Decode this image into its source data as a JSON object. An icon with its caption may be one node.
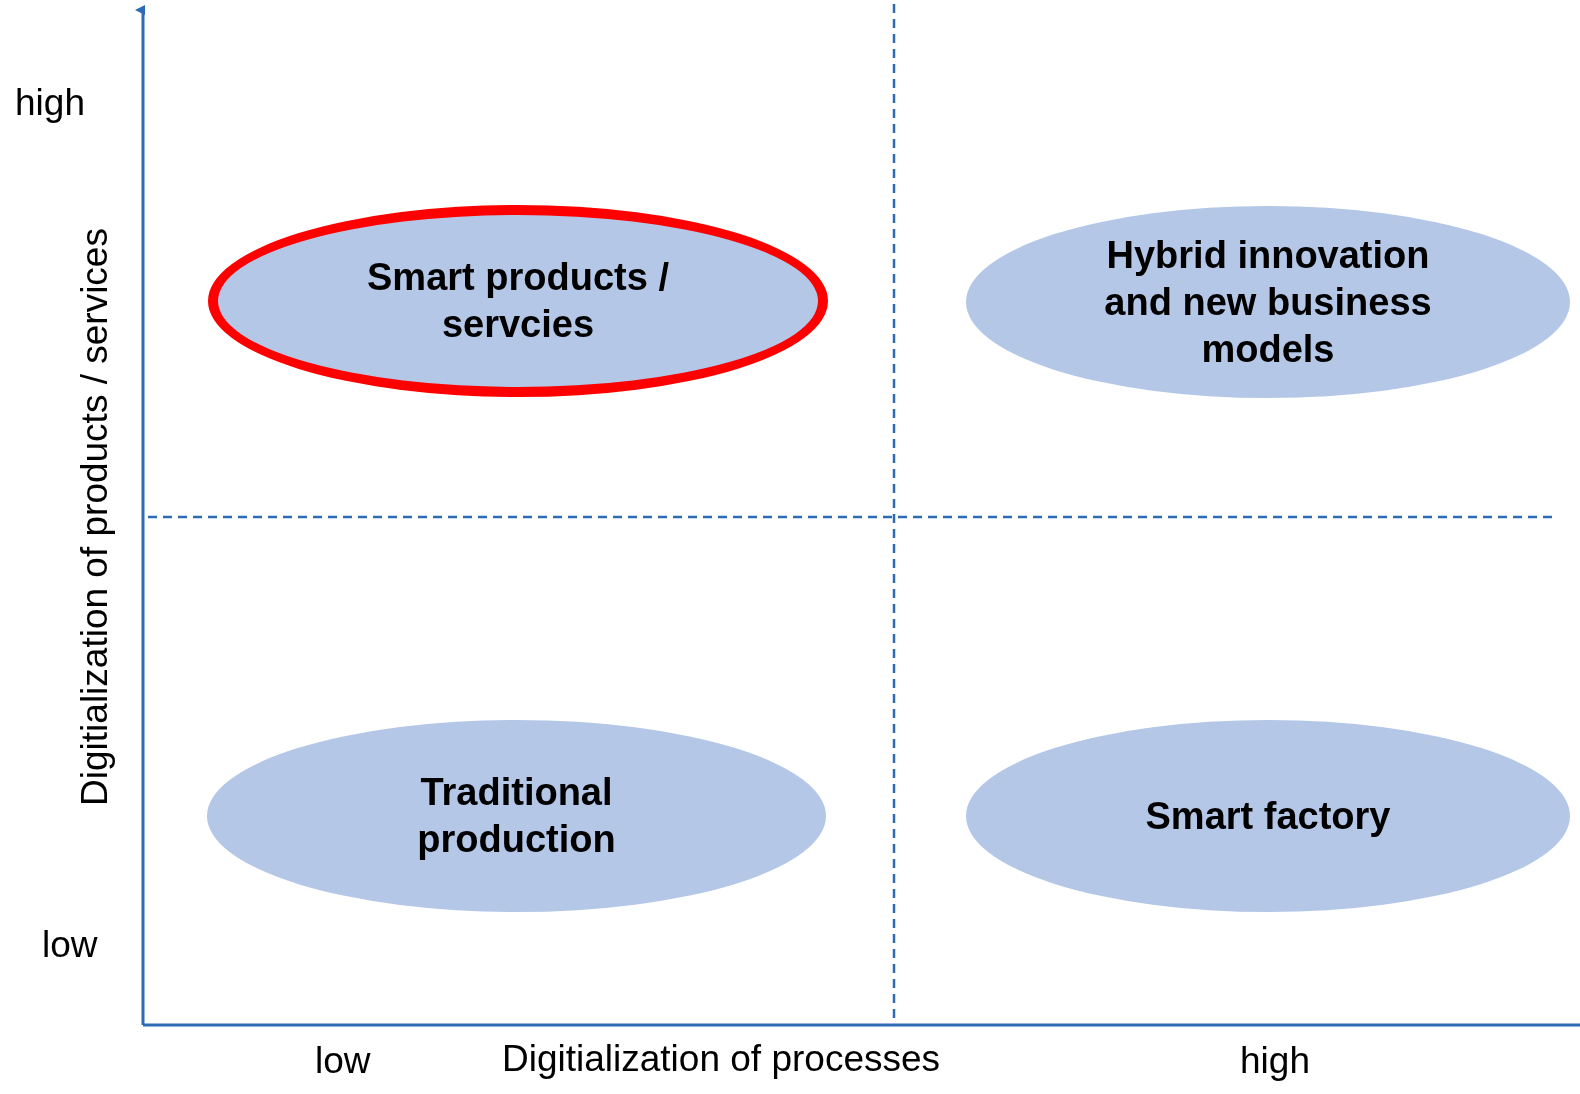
{
  "diagram": {
    "nodes": [
      {
        "text": [
          "Smart products / servcies"
        ]
      },
      {
        "text": [
          "Hybrid innovation and new business models"
        ]
      },
      {
        "text": [
          "Traditional production"
        ]
      },
      {
        "text": [
          "Smart factory"
        ]
      }
    ],
    "labels": [
      "high",
      "Digitialization of products / services",
      "low",
      "low",
      "Digitialization of processes",
      "high"
    ]
  }
}
